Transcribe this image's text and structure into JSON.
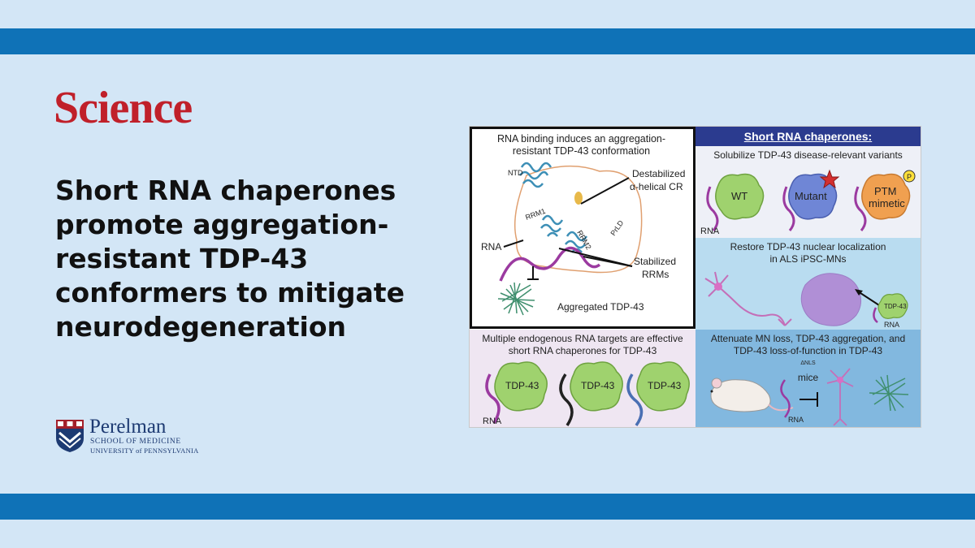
{
  "journal": "Science",
  "headline": {
    "lines": [
      "Short RNA chaperones",
      "promote aggregation-",
      "resistant TDP-43",
      "conformers to mitigate",
      "neurodegeneration"
    ]
  },
  "institution": {
    "name": "Perelman",
    "sub1": "SCHOOL OF MEDICINE",
    "sub2": "UNIVERSITY of PENNSYLVANIA"
  },
  "figure": {
    "panel_a": {
      "title": [
        "RNA binding induces an aggregation-",
        "resistant TDP-43 conformation"
      ],
      "labels": {
        "ntd": "NTD",
        "rrm1": "RRM1",
        "rrm2": "RRM2",
        "prld": "PrLD",
        "destabilized": [
          "Destabilized",
          "α-helical CR"
        ],
        "rna": "RNA",
        "stabilized": [
          "Stabilized",
          "RRMs"
        ],
        "aggregated": "Aggregated TDP-43"
      }
    },
    "header": "Short RNA chaperones:",
    "panel_b": {
      "title": "Solubilize TDP-43 disease-relevant variants",
      "labels": {
        "wt": "WT",
        "mutant": "Mutant",
        "ptm": [
          "PTM",
          "mimetic"
        ],
        "p": "P",
        "rna": "RNA"
      }
    },
    "panel_c": {
      "title": [
        "Restore TDP-43 nuclear localization",
        "in ALS iPSC-MNs"
      ],
      "labels": {
        "tdp43": "TDP-43",
        "rna": "RNA"
      }
    },
    "panel_d": {
      "title": [
        "Multiple endogenous RNA targets are effective",
        "short RNA chaperones for TDP-43"
      ],
      "labels": {
        "tdp43": "TDP-43",
        "rna": "RNA"
      }
    },
    "panel_e": {
      "title_line1": "Attenuate MN loss, TDP-43 aggregation, and",
      "title_line2_prefix": "TDP-43 loss-of-function in TDP-43",
      "title_line2_sup": "ΔNLS",
      "title_line2_suffix": " mice",
      "labels": {
        "rna": "RNA"
      }
    }
  },
  "colors": {
    "background": "#d3e6f6",
    "band": "#0f72b7",
    "science_red": "#c0202a",
    "penn_blue": "#1d3a72",
    "header_bar": "#2b3b8f"
  }
}
